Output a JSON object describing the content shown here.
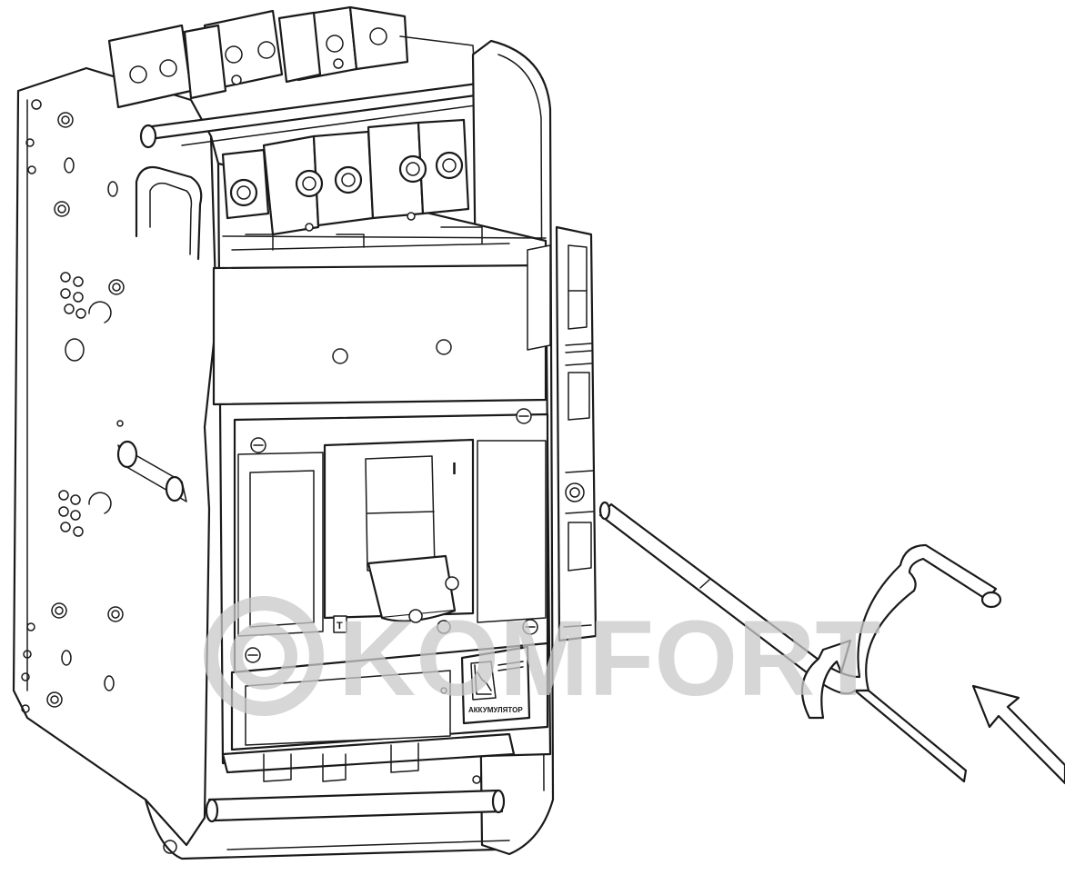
{
  "watermark": {
    "text": "KOMFORT",
    "color": "#c9c9c9"
  },
  "breaker": {
    "front_panel_mark": "I",
    "test_button_label": "T",
    "battery_label": "АККУМУЛЯТОР"
  },
  "icons": [
    "watermark-logo-icon",
    "rotation-arrow-icon",
    "insertion-arrow-icon",
    "crank-handle-icon"
  ]
}
